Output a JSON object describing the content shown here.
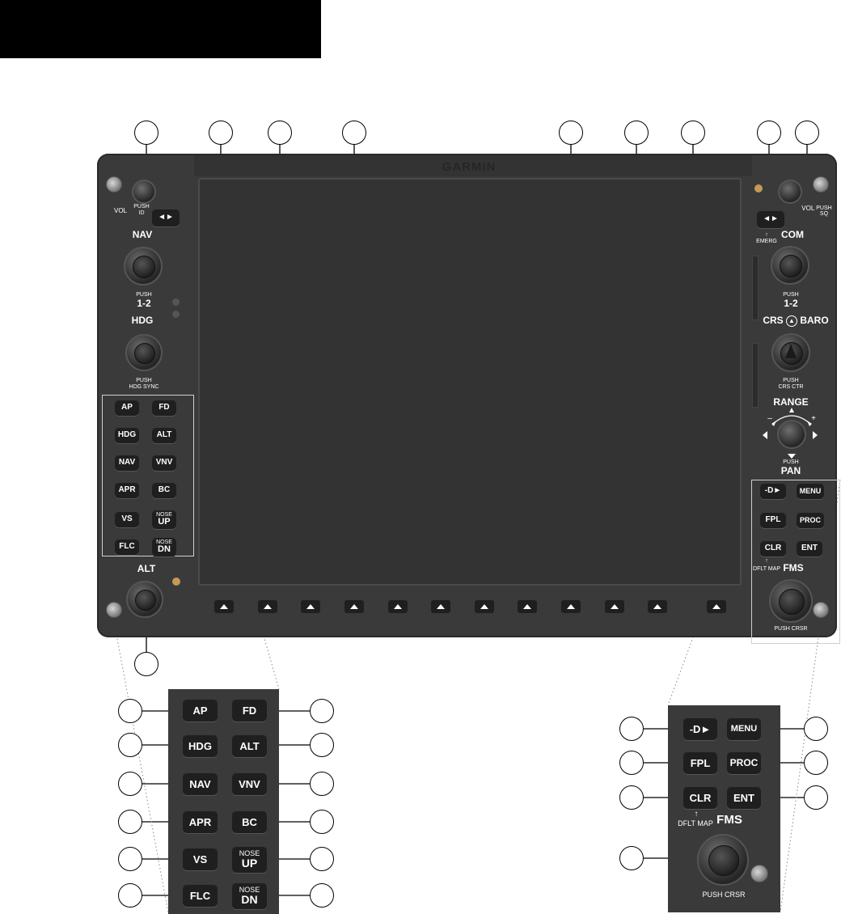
{
  "brand": "GARMIN",
  "left_panel": {
    "vol_label": "VOL",
    "vol_push": "PUSH",
    "vol_push_id": "ID",
    "nav_label": "NAV",
    "push_label": "PUSH",
    "push_12": "1-2",
    "hdg_label": "HDG",
    "push_hdg_sync": "PUSH",
    "hdg_sync": "HDG SYNC",
    "alt_label": "ALT"
  },
  "right_panel": {
    "vol_label": "VOL",
    "vol_push": "PUSH",
    "vol_push_sq": "SQ",
    "emerg_label": "EMERG",
    "com_label": "COM",
    "push_label": "PUSH",
    "push_12": "1-2",
    "crs_label": "CRS",
    "baro_label": "BARO",
    "push_crs": "PUSH",
    "crs_ctr": "CRS CTR",
    "range_label": "RANGE",
    "range_minus": "–",
    "range_plus": "+",
    "push_pan": "PUSH",
    "pan_label": "PAN",
    "dflt_map": "DFLT MAP",
    "fms_label": "FMS",
    "push_crsr": "PUSH CRSR"
  },
  "freq_transfer_symbol": "◄►",
  "autopilot_keys": {
    "ap": "AP",
    "fd": "FD",
    "hdg": "HDG",
    "alt": "ALT",
    "nav": "NAV",
    "vnv": "VNV",
    "apr": "APR",
    "bc": "BC",
    "vs": "VS",
    "nose": "NOSE",
    "up": "UP",
    "flc": "FLC",
    "dn": "DN"
  },
  "fms_keys": {
    "direct": "-D►",
    "menu": "MENU",
    "fpl": "FPL",
    "proc": "PROC",
    "clr": "CLR",
    "ent": "ENT"
  },
  "colors": {
    "bezel": "#3a3a3a",
    "screen": "#333333",
    "key": "#1f1f1f",
    "annunciator": "#c49a55"
  }
}
